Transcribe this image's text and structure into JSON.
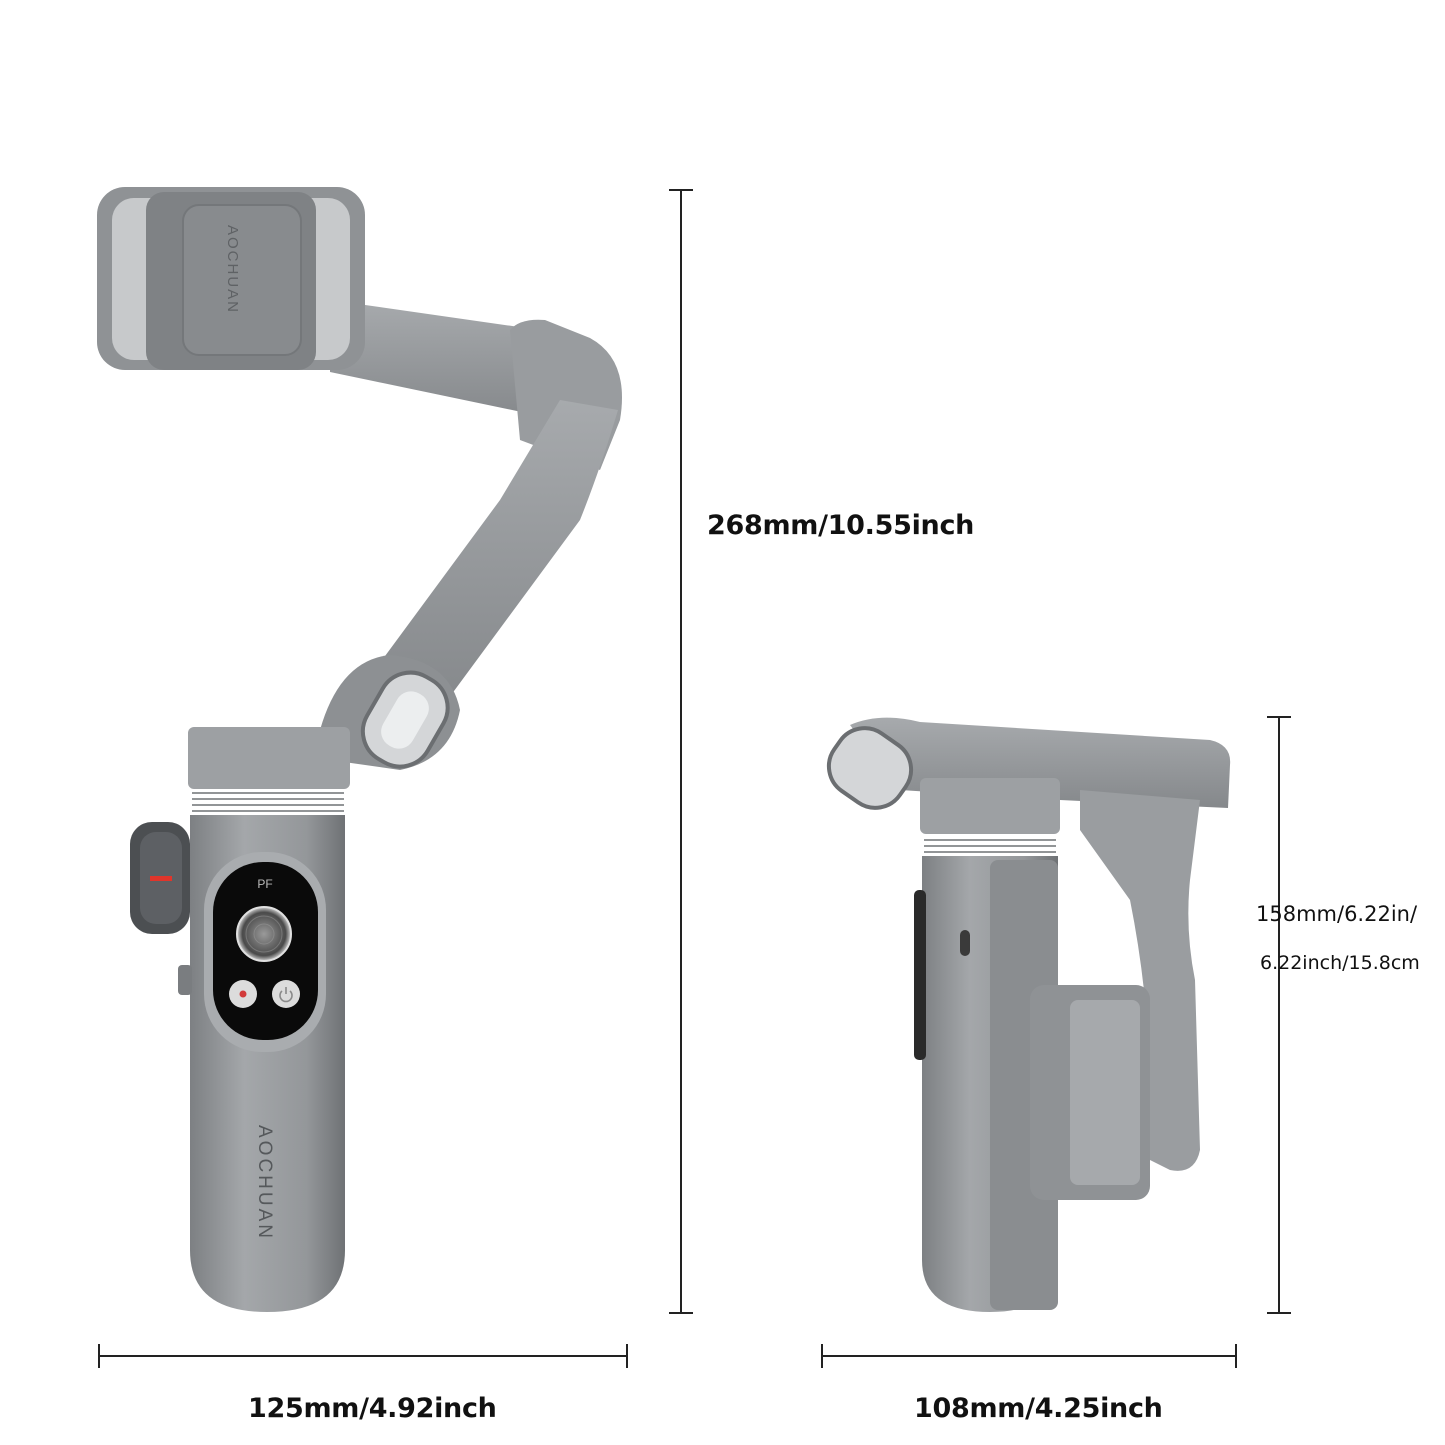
{
  "product": {
    "brand_logo": "AOCHUAN",
    "panel_label": "PF"
  },
  "dimensions": {
    "unfolded_height": "268mm/10.55inch",
    "unfolded_width": "125mm/4.92inch",
    "folded_width": "108mm/4.25inch",
    "folded_height_line1": "158mm/6.22in/",
    "folded_height_line2": "6.22inch/15.8cm"
  },
  "colors": {
    "body": "#8e9194",
    "body_light": "#a9acaf",
    "panel": "#0a0a0a",
    "record_dot": "#d23a3a",
    "dial_accent": "#e0352b"
  }
}
